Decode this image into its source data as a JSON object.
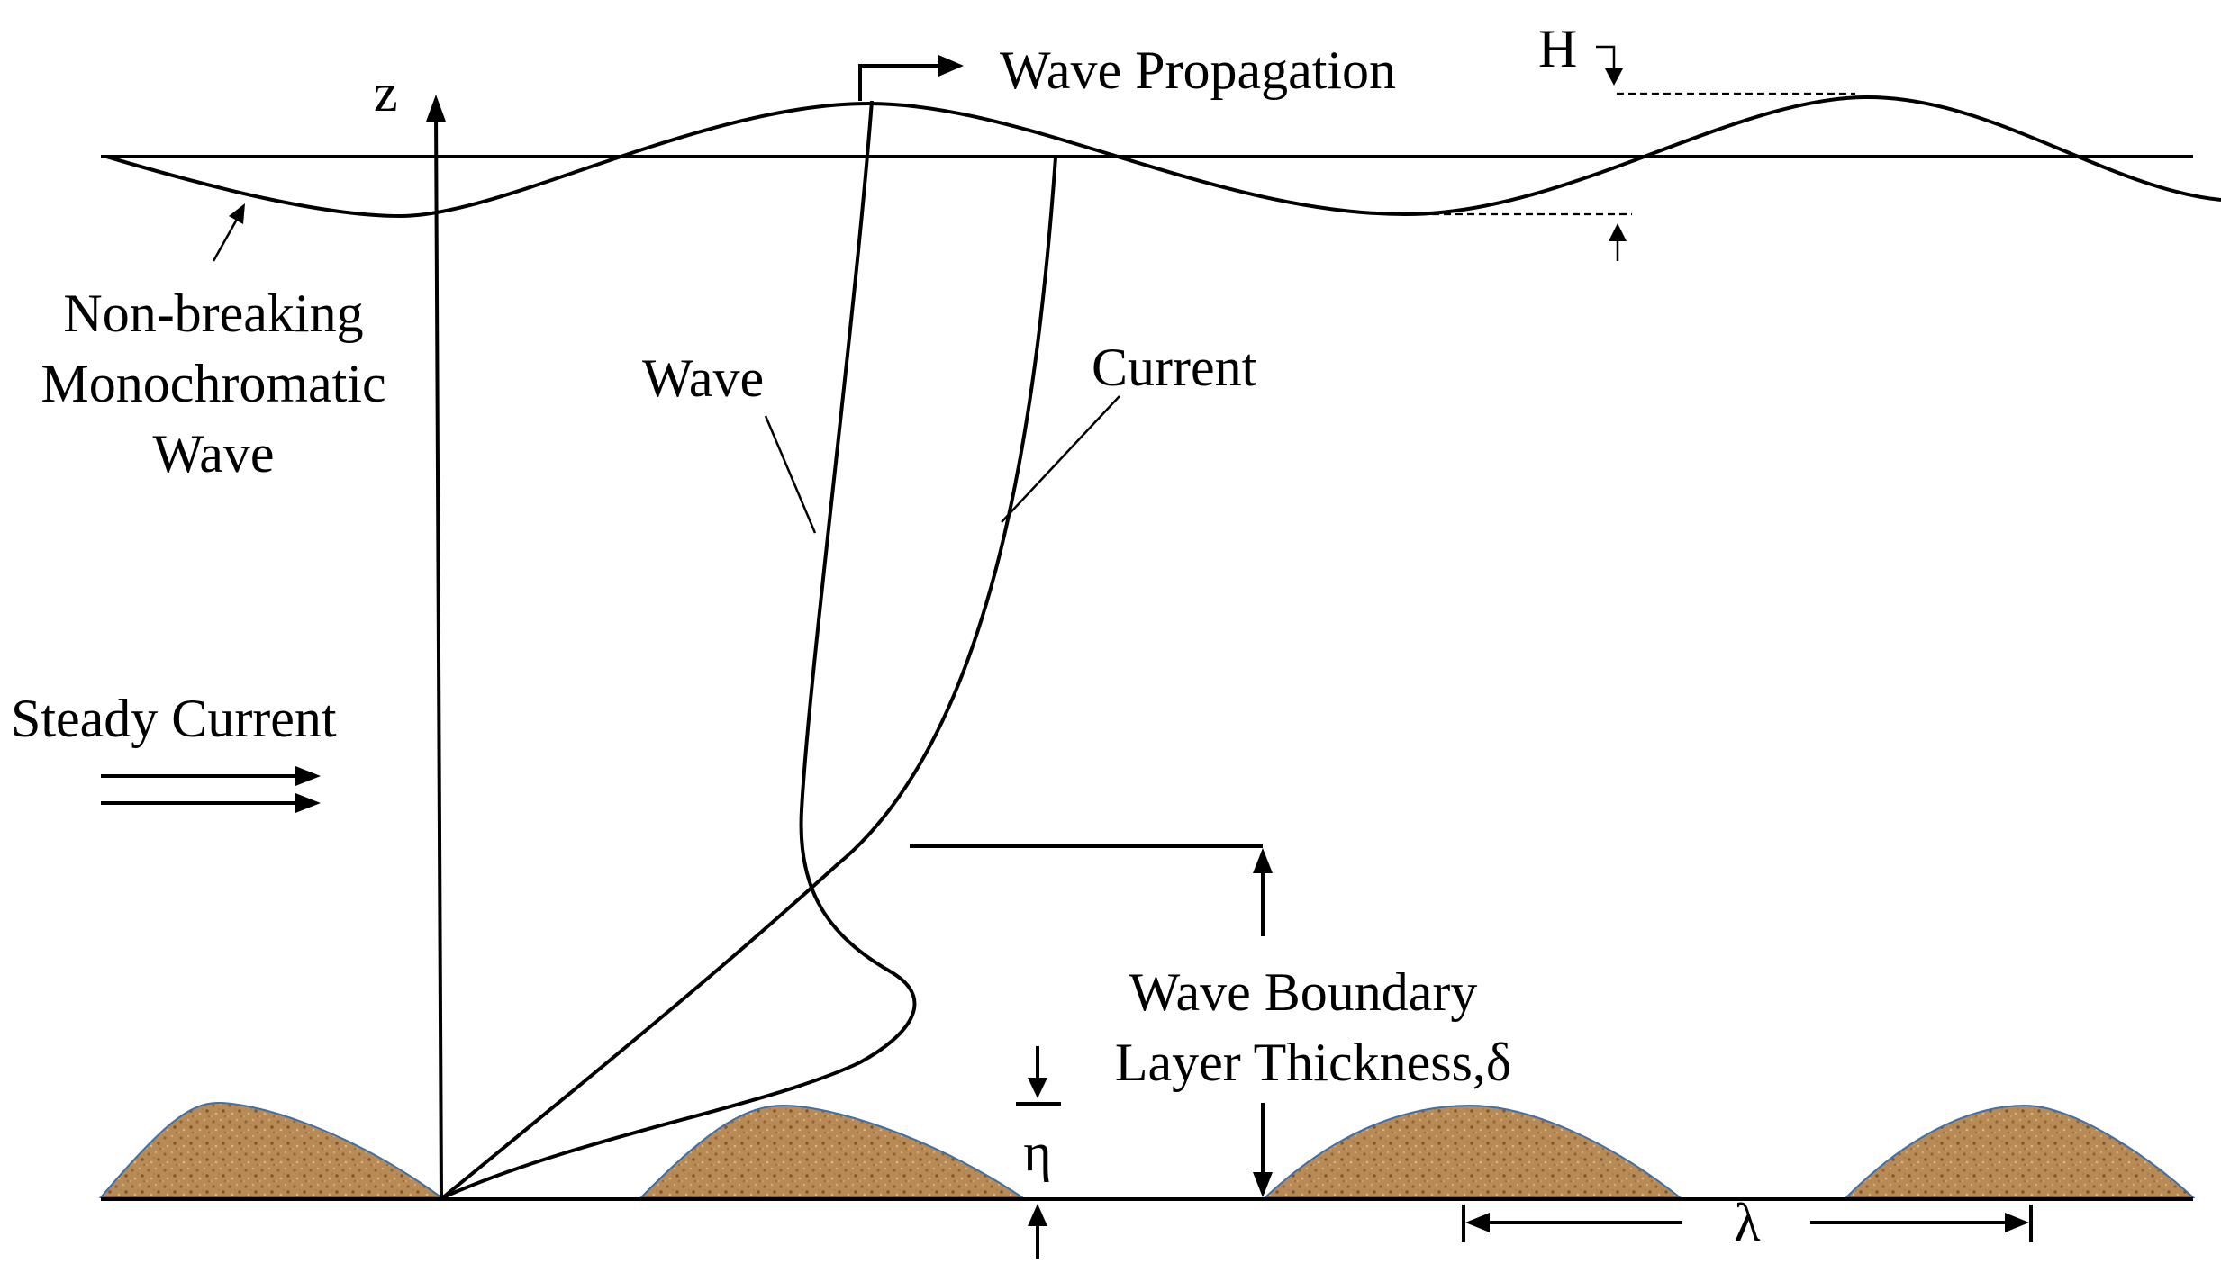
{
  "labels": {
    "z_axis": "z",
    "wave_propagation": "Wave Propagation",
    "wave_height": "H",
    "non_breaking_1": "Non-breaking",
    "non_breaking_2": "Monochromatic",
    "non_breaking_3": "Wave",
    "wave_profile": "Wave",
    "current_profile": "Current",
    "steady_current": "Steady Current",
    "boundary_layer_1": "Wave Boundary",
    "boundary_layer_2": "Layer Thickness,δ",
    "ripple_height": "η",
    "ripple_length": "λ"
  },
  "colors": {
    "sand_fill": "#b88a55",
    "sand_dark": "#8f6535",
    "sand_outline": "#3d6fa8",
    "ink": "#000000"
  }
}
